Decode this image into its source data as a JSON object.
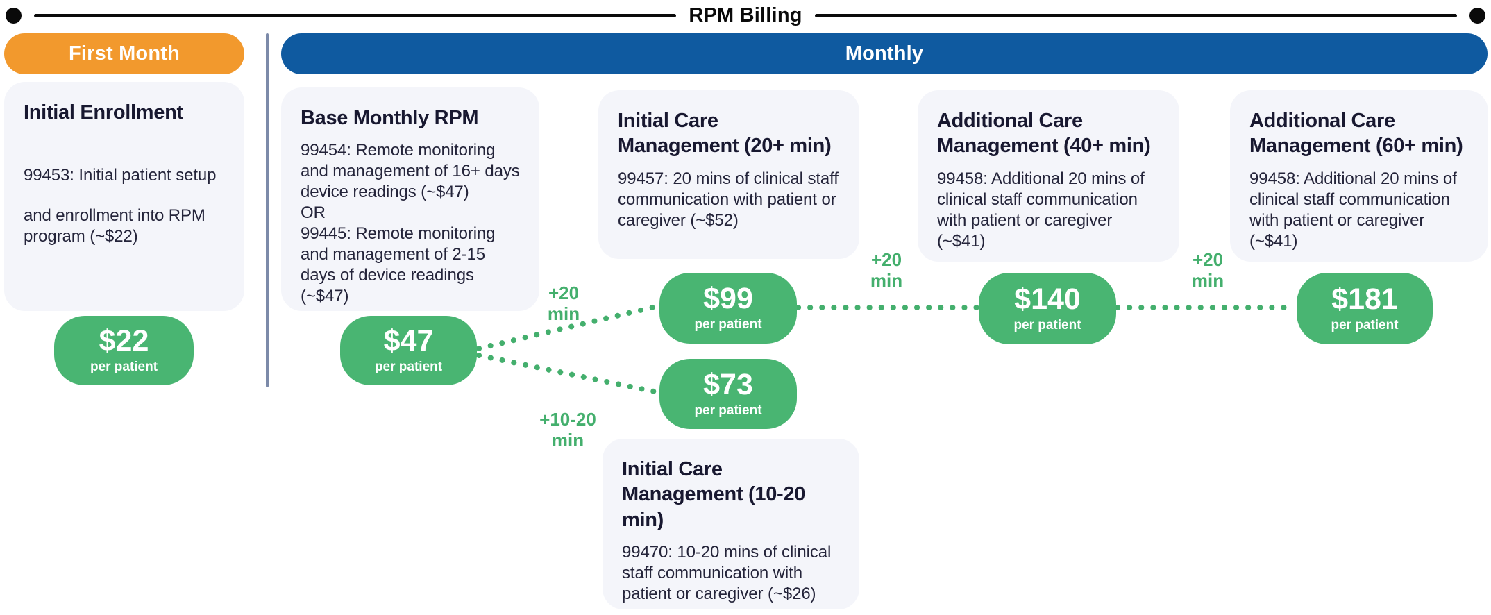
{
  "title": "RPM Billing",
  "colors": {
    "orange": "#F2992D",
    "blue": "#0F5AA0",
    "badge_green": "#49B572",
    "connector_green": "#44AF6D",
    "card_background": "#F4F5FA",
    "divider": "#7C8AA9",
    "ink": "#0a0a0a"
  },
  "columns": {
    "first_month": {
      "label": "First Month"
    },
    "monthly": {
      "label": "Monthly"
    }
  },
  "cards": [
    {
      "title": "Initial Enrollment",
      "lines": [
        "99453: Initial patient setup",
        "and enrollment into RPM program (~$22)"
      ]
    },
    {
      "title": "Base Monthly RPM",
      "lines": [
        "99454: Remote monitoring and management of 16+ days device readings (~$47)",
        "OR",
        "99445: Remote monitoring and management of 2-15 days of device readings (~$47)"
      ]
    },
    {
      "title": "Initial Care Management (20+ min)",
      "lines": [
        "99457: 20 mins of clinical staff communication with patient or caregiver (~$52)"
      ]
    },
    {
      "title": "Additional Care Management (40+ min)",
      "lines": [
        "99458: Additional 20 mins of clinical staff communication with patient or caregiver (~$41)"
      ]
    },
    {
      "title": "Additional Care Management (60+ min)",
      "lines": [
        "99458: Additional 20 mins of clinical staff communication with patient or caregiver (~$41)"
      ]
    },
    {
      "title": "Initial Care Management (10-20 min)",
      "lines": [
        "99470: 10-20 mins of clinical staff communication with patient or caregiver (~$26)"
      ]
    }
  ],
  "badges": [
    {
      "value": "$22",
      "unit": "per patient"
    },
    {
      "value": "$47",
      "unit": "per patient"
    },
    {
      "value": "$99",
      "unit": "per patient"
    },
    {
      "value": "$73",
      "unit": "per patient"
    },
    {
      "value": "$140",
      "unit": "per patient"
    },
    {
      "value": "$181",
      "unit": "per patient"
    }
  ],
  "connector_labels": [
    {
      "lines": [
        "+20",
        "min"
      ]
    },
    {
      "lines": [
        "+20",
        "min"
      ]
    },
    {
      "lines": [
        "+20",
        "min"
      ]
    },
    {
      "lines": [
        "+10-20",
        "min"
      ]
    }
  ]
}
